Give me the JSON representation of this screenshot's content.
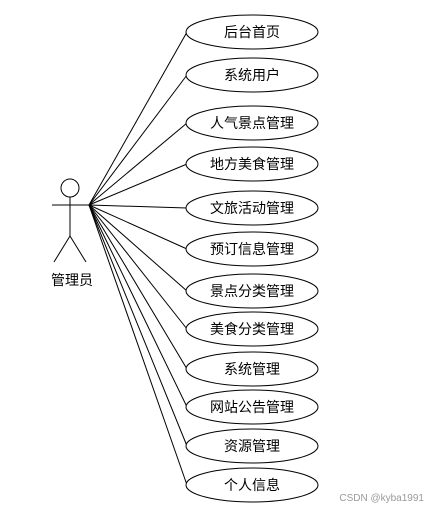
{
  "actor": {
    "label": "管理员"
  },
  "use_cases": [
    "后台首页",
    "系统用户",
    "人气景点管理",
    "地方美食管理",
    "文旅活动管理",
    "预订信息管理",
    "景点分类管理",
    "美食分类管理",
    "系统管理",
    "网站公告管理",
    "资源管理",
    "个人信息"
  ],
  "watermark": "CSDN @kyba1991"
}
